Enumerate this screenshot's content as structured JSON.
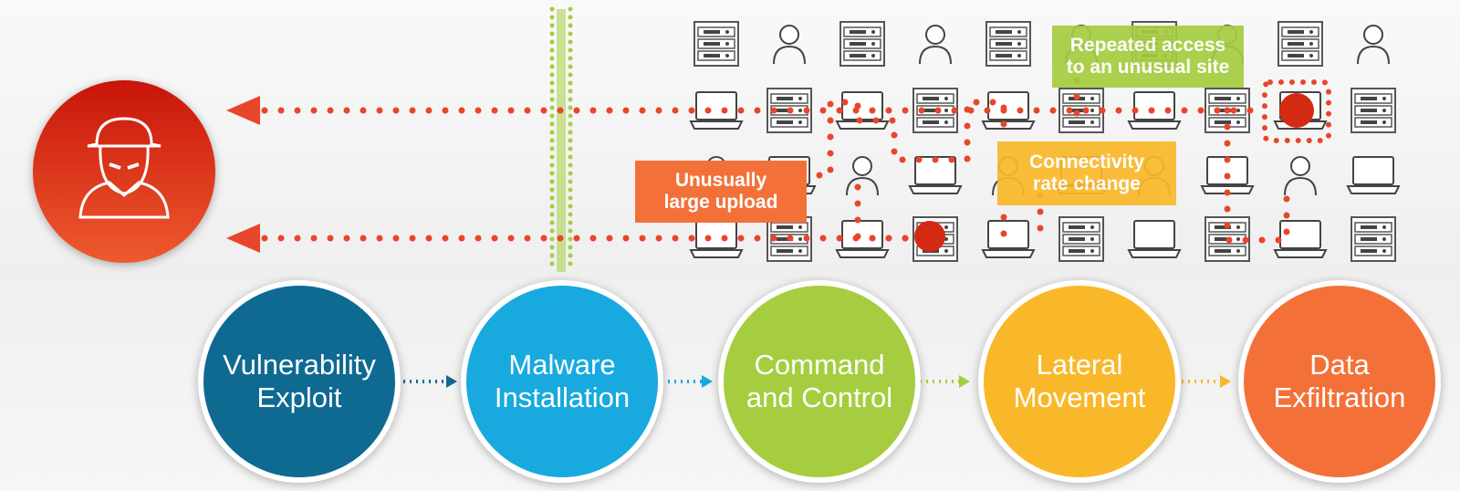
{
  "stages": [
    {
      "label": "Vulnerability\nExploit",
      "color": "#0f6a92"
    },
    {
      "label": "Malware\nInstallation",
      "color": "#18a9df"
    },
    {
      "label": "Command\nand Control",
      "color": "#a5cd3f"
    },
    {
      "label": "Lateral\nMovement",
      "color": "#f9b82a"
    },
    {
      "label": "Data\nExfiltration",
      "color": "#f37138"
    }
  ],
  "callouts": {
    "upload": {
      "text": "Unusually\nlarge upload",
      "color": "#f37138"
    },
    "connectivity": {
      "text": "Connectivity\nrate change",
      "color": "#f9b82a"
    },
    "repeated": {
      "text": "Repeated access\nto an unusual site",
      "color": "#a5cd3f"
    }
  },
  "icons": {
    "attacker": "hacker-icon",
    "grid": [
      [
        "server",
        "user",
        "server",
        "user",
        "server",
        "user",
        "server",
        "user",
        "server",
        "user"
      ],
      [
        "laptop",
        "server",
        "laptop",
        "server",
        "laptop",
        "server",
        "laptop",
        "server",
        "laptop",
        "server"
      ],
      [
        "user",
        "laptop",
        "user",
        "laptop",
        "user",
        "laptop",
        "user",
        "laptop",
        "user",
        "laptop"
      ],
      [
        "laptop",
        "server",
        "laptop",
        "server",
        "laptop",
        "server",
        "laptop",
        "server",
        "laptop",
        "server"
      ]
    ]
  },
  "colors": {
    "exfil_path": "#e8462a",
    "install_bar": "#a5cd3f",
    "attacker": "#d42a12"
  }
}
